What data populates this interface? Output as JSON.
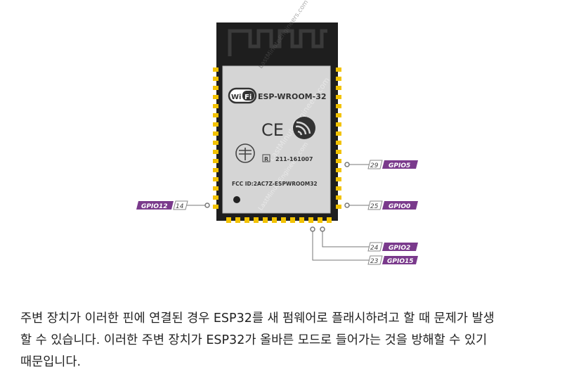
{
  "module": {
    "wifi_logo_text": "Wi Fi",
    "model": "ESP-WROOM-32",
    "cert_mark": "CE",
    "reg_symbol": "R",
    "cert_number": "211-161007",
    "fcc_id": "FCC ID:2AC7Z-ESPWROOM32",
    "watermark": "LastMinuteEngineers.com"
  },
  "pins": [
    {
      "number": "29",
      "name": "GPIO5"
    },
    {
      "number": "25",
      "name": "GPIO0"
    },
    {
      "number": "14",
      "name": "GPIO12"
    },
    {
      "number": "24",
      "name": "GPIO2"
    },
    {
      "number": "23",
      "name": "GPIO15"
    }
  ],
  "colors": {
    "board": "#1e1e1e",
    "shield": "#d5d5d5",
    "pad": "#f2c200",
    "label_bg": "#7a3a8c",
    "line": "#7a7a7a"
  },
  "paragraph": {
    "line1": "주변 장치가 이러한 핀에 연결된 경우 ESP32를 새 펌웨어로 플래시하려고 할 때 문제가 발생",
    "line2": "할 수 있습니다. 이러한 주변 장치가 ESP32가 올바른 모드로 들어가는 것을 방해할 수 있기",
    "line3": "때문입니다."
  }
}
